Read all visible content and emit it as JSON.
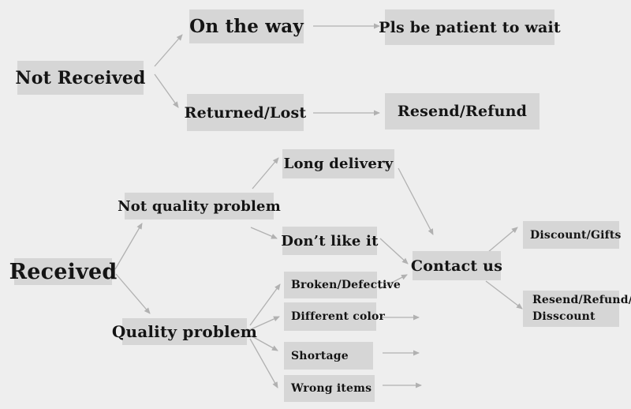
{
  "diagram": {
    "title": "Order issue resolution flowchart",
    "colors": {
      "background": "#eeeeee",
      "node_fill": "#d6d6d6",
      "text": "#141414",
      "arrow": "#b1b1b1"
    },
    "nodes": {
      "not_received": "Not Received",
      "on_the_way": "On the way",
      "pls_be_patient": "Pls be patient to wait",
      "returned_lost": "Returned/Lost",
      "resend_refund": "Resend/Refund",
      "received": "Received",
      "not_quality_problem": "Not quality problem",
      "long_delivery": "Long delivery",
      "dont_like_it": "Don’t like it",
      "quality_problem": "Quality problem",
      "broken_defective": "Broken/Defective",
      "different_color": "Different color",
      "shortage": "Shortage",
      "wrong_items": "Wrong items",
      "contact_us": "Contact us",
      "discount_gifts": "Discount/Gifts",
      "resend_refund_disscount_line1": "Resend/Refund/",
      "resend_refund_disscount_line2": "Disscount"
    },
    "edges": [
      {
        "from": "not_received",
        "to": "on_the_way",
        "points": [
          196,
          84,
          231,
          44
        ]
      },
      {
        "from": "not_received",
        "to": "returned_lost",
        "points": [
          196,
          94,
          226,
          136
        ]
      },
      {
        "from": "on_the_way",
        "to": "pls_be_patient",
        "points": [
          397,
          33,
          481,
          33
        ]
      },
      {
        "from": "returned_lost",
        "to": "resend_refund",
        "points": [
          397,
          143,
          481,
          143
        ]
      },
      {
        "from": "received",
        "to": "not_quality_problem",
        "points": [
          146,
          341,
          180,
          283
        ]
      },
      {
        "from": "received",
        "to": "quality_problem",
        "points": [
          147,
          347,
          190,
          397
        ]
      },
      {
        "from": "not_quality_problem",
        "to": "long_delivery",
        "points": [
          320,
          239,
          353,
          200
        ]
      },
      {
        "from": "not_quality_problem",
        "to": "dont_like_it",
        "points": [
          318,
          288,
          351,
          302
        ]
      },
      {
        "from": "long_delivery",
        "to": "contact_us",
        "points": [
          505,
          213,
          549,
          297
        ]
      },
      {
        "from": "dont_like_it",
        "to": "contact_us",
        "points": [
          482,
          302,
          517,
          334
        ]
      },
      {
        "from": "quality_problem",
        "to": "broken_defective",
        "points": [
          317,
          412,
          355,
          360
        ]
      },
      {
        "from": "quality_problem",
        "to": "different_color",
        "points": [
          316,
          418,
          354,
          401
        ]
      },
      {
        "from": "quality_problem",
        "to": "shortage",
        "points": [
          316,
          424,
          352,
          444
        ]
      },
      {
        "from": "quality_problem",
        "to": "wrong_items",
        "points": [
          317,
          429,
          352,
          491
        ]
      },
      {
        "from": "broken_defective",
        "to": "contact_us",
        "points": [
          481,
          366,
          516,
          348
        ]
      },
      {
        "from": "different_color",
        "to": "contact_us",
        "points": [
          483,
          402,
          531,
          402
        ]
      },
      {
        "from": "shortage",
        "to": "contact_us",
        "points": [
          485,
          447,
          531,
          447
        ]
      },
      {
        "from": "wrong_items",
        "to": "contact_us",
        "points": [
          485,
          488,
          534,
          488
        ]
      },
      {
        "from": "contact_us",
        "to": "discount_gifts",
        "points": [
          612,
          325,
          656,
          288
        ]
      },
      {
        "from": "contact_us",
        "to": "resend_refund_disscount",
        "points": [
          616,
          356,
          662,
          391
        ]
      }
    ]
  }
}
